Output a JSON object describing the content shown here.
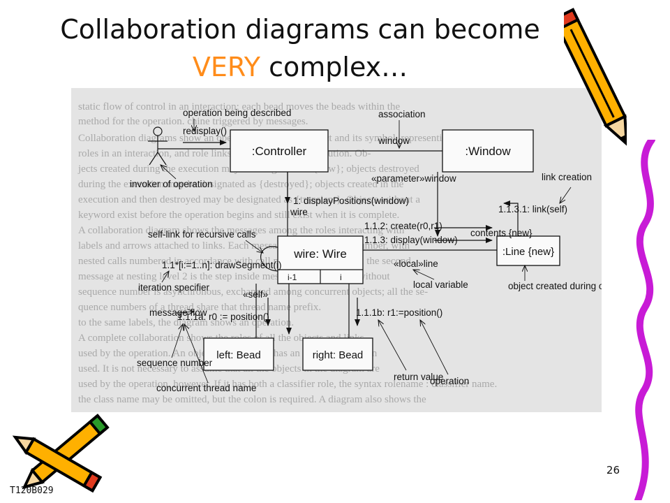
{
  "title": {
    "line1": "Collaboration diagrams can become",
    "line2_highlight": "VERY",
    "line2_rest": " complex…",
    "highlight_color": "#ff8c1a"
  },
  "diagram": {
    "objects": {
      "controller": ":Controller",
      "window": ":Window",
      "wire": "wire: Wire",
      "line": ":Line {new}",
      "left_bead": "left: Bead",
      "right_bead": "right: Bead",
      "wire_slot_left": "i-1",
      "wire_slot_right": "i"
    },
    "messages": {
      "redisplay": "redisplay()",
      "window": "window",
      "parameter_window": "«parameter»window",
      "display_positions": "1: displayPositions(window)",
      "link_self": "1.1.3.1: link(self)",
      "create": "1.1.2: create(r0,r1)",
      "display_window": "1.1.3: display(window)",
      "contents_new": "contents {new}",
      "wire": "wire",
      "draw_segment": "1.1*[i:=1..n]: drawSegment(i)",
      "self": "«self»",
      "local_line": "«local»line",
      "position_left": "1.1.1a: r0 := position()",
      "position_right": "1.1.1b: r1:=position()"
    },
    "annotations": {
      "operation_described": "operation being described",
      "association": "association",
      "invoker": "invoker of operation",
      "link_creation": "link creation",
      "self_link": "self-link for recursive calls",
      "iteration_specifier": "iteration specifier",
      "local_variable": "local variable",
      "message_flow": "message flow",
      "object_created": "object created during operation",
      "sequence_number": "sequence number",
      "concurrent_thread_name": "concurrent thread name",
      "return_value": "return value",
      "operation": "operation"
    },
    "background_text": [
      "static flow of control in an interaction; each bead moves the beads within the",
      "method for the operation. chine triggered by messages.",
      "Collaboration diagrams show an operation along each object and its symbol, representing",
      "roles in an interaction, and role links needed during its execution. Ob-",
      "jects created during the execution may be designated as {new}; objects destroyed",
      "during the execution may be designated as {destroyed}; objects created in the",
      "execution and then destroyed may be designated as {transient}. Objects without a",
      "keyword exist before the operation begins and still exist when it is complete.",
      "A collaboration diagram shows the messages among the roles interacting with",
      "labels and arrows attached to links. Each message has a sequence number, with",
      "nested calls numbered in accordance with call nesting. For example, the second",
      "message at nesting level 2 is the step inside message 2. A message without",
      "sequence number is asynchronous, exchanged among concurrent objects; all the se-",
      "quence numbers of a thread share that thread name prefix.",
      "to the same labels, the diagram shows an operation.",
      "A complete collaboration shows the roles of all the objects and links",
      "used by the operation. An object on a diagram has an interaction role in",
      "used. It is not necessary to assume that all the objects in the diagram are",
      "used by the operation, however. If it has both a classifier role, the syntax rolename : classifier name.",
      "the class name may be omitted, but the colon is required. A diagram also shows the"
    ]
  },
  "footer": {
    "slide_number": "26",
    "slide_code": "T120B029"
  },
  "icons": [
    "pencil-icon",
    "crossed-pencils-icon"
  ]
}
